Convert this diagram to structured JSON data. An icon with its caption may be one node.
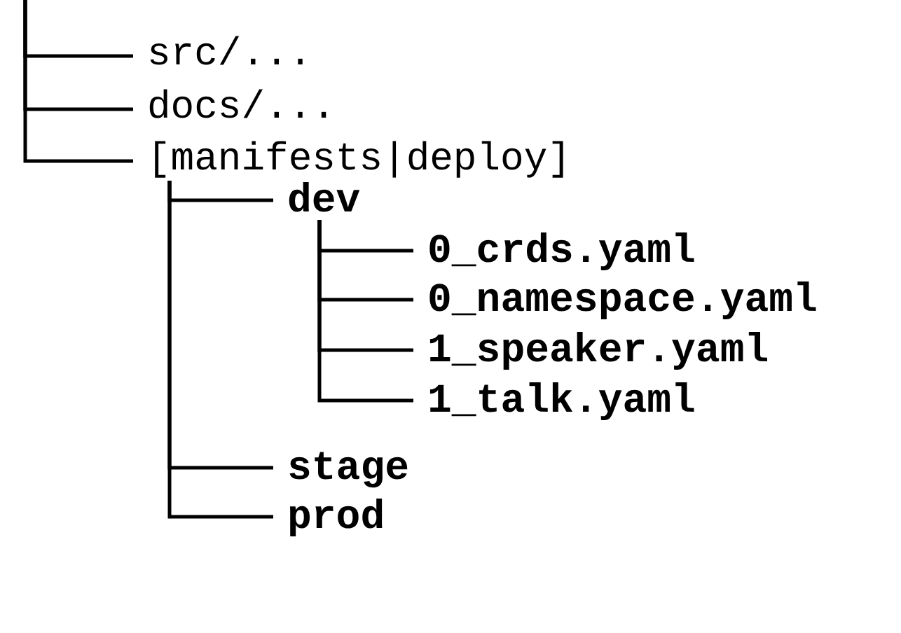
{
  "diagram": {
    "nodes": [
      {
        "text": [
          "src/..."
        ]
      },
      {
        "text": [
          "docs/..."
        ]
      },
      {
        "text": [
          "[manifests|deploy]"
        ]
      },
      {
        "text": [
          "dev"
        ]
      },
      {
        "text": [
          "0_crds.yaml"
        ]
      },
      {
        "text": [
          "0_namespace.yaml"
        ]
      },
      {
        "text": [
          "1_speaker.yaml"
        ]
      },
      {
        "text": [
          "1_talk.yaml"
        ]
      },
      {
        "text": [
          "stage"
        ]
      },
      {
        "text": [
          "prod"
        ]
      }
    ],
    "edges": [
      {
        "from": null,
        "to": 0,
        "arrow": "none"
      },
      {
        "from": null,
        "to": 1,
        "arrow": "none"
      },
      {
        "from": null,
        "to": 2,
        "arrow": "none"
      },
      {
        "from": 2,
        "to": 3,
        "arrow": "none"
      },
      {
        "from": 3,
        "to": 4,
        "arrow": "none"
      },
      {
        "from": 3,
        "to": 5,
        "arrow": "none"
      },
      {
        "from": 3,
        "to": 6,
        "arrow": "none"
      },
      {
        "from": 3,
        "to": 7,
        "arrow": "none"
      },
      {
        "from": 2,
        "to": 8,
        "arrow": "none"
      },
      {
        "from": 2,
        "to": 9,
        "arrow": "none"
      }
    ]
  }
}
